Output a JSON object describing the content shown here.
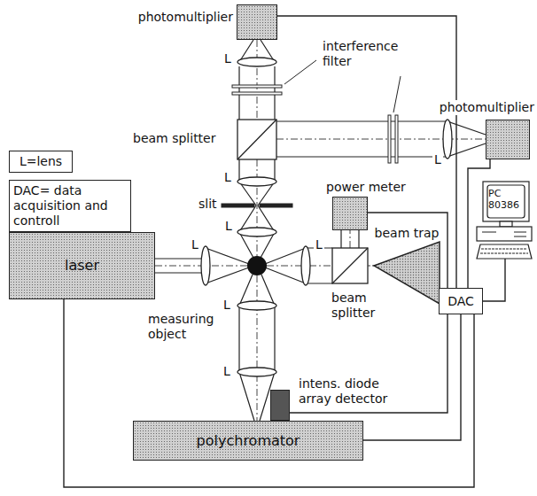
{
  "diagram": {
    "nodes": [
      {
        "text": [
          "photomultiplier"
        ]
      },
      {
        "text": [
          "photomultiplier"
        ]
      },
      {
        "text": [
          "L=lens"
        ]
      },
      {
        "text": [
          "DAC= data acquisition and controll"
        ]
      },
      {
        "text": [
          "power meter"
        ]
      },
      {
        "text": [
          "beam trap"
        ]
      },
      {
        "text": [
          "laser"
        ]
      },
      {
        "text": [
          "DAC"
        ]
      },
      {
        "text": [
          "intens. diode array detector"
        ]
      },
      {
        "text": [
          "polychromator"
        ]
      }
    ],
    "edges": [
      {
        "from": 0,
        "to": 7,
        "arrow": "none"
      },
      {
        "from": 1,
        "to": 7,
        "arrow": "none"
      },
      {
        "from": 4,
        "to": 7,
        "arrow": "none"
      },
      {
        "from": 6,
        "to": 7,
        "arrow": "none"
      },
      {
        "from": 8,
        "to": 7,
        "arrow": "none"
      },
      {
        "from": 9,
        "to": 7,
        "arrow": "none"
      }
    ],
    "labels": [
      "interference filter",
      "beam splitter",
      "slit",
      "beam splitter",
      "measuring object",
      "PC 80386",
      "L",
      "L",
      "L",
      "L",
      "L",
      "L",
      "L",
      "L"
    ]
  }
}
